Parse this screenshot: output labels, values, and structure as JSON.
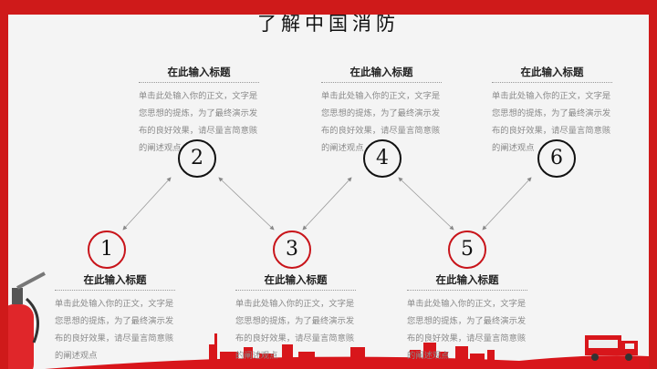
{
  "title": "了解中国消防",
  "steps": [
    {
      "num": "1",
      "heading": "在此输入标题",
      "body": "单击此处输入你的正文，文字是您思想的提炼，为了最终演示发布的良好效果，请尽量言简意赅的阐述观点"
    },
    {
      "num": "2",
      "heading": "在此输入标题",
      "body": "单击此处输入你的正文，文字是您思想的提炼，为了最终演示发布的良好效果，请尽量言简意赅的阐述观点"
    },
    {
      "num": "3",
      "heading": "在此输入标题",
      "body": "单击此处输入你的正文，文字是您思想的提炼，为了最终演示发布的良好效果，请尽量言简意赅的阐述观点"
    },
    {
      "num": "4",
      "heading": "在此输入标题",
      "body": "单击此处输入你的正文，文字是您思想的提炼，为了最终演示发布的良好效果，请尽量言简意赅的阐述观点"
    },
    {
      "num": "5",
      "heading": "在此输入标题",
      "body": "单击此处输入你的正文，文字是您思想的提炼，为了最终演示发布的良好效果，请尽量言简意赅的阐述观点"
    },
    {
      "num": "6",
      "heading": "在此输入标题",
      "body": "单击此处输入你的正文，文字是您思想的提炼，为了最终演示发布的良好效果，请尽量言简意赅的阐述观点"
    }
  ],
  "colors": {
    "accent": "#cf1a1a",
    "background": "#f4f4f4"
  }
}
